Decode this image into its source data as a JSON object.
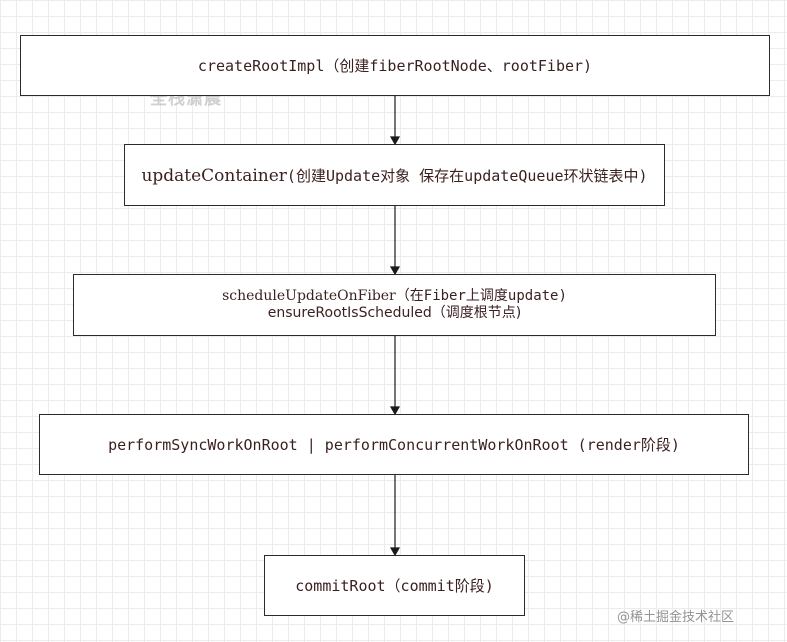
{
  "nodes": {
    "create_root": {
      "fn": "createRootImpl",
      "desc": "（创建fiberRootNode、rootFiber)"
    },
    "update_container": {
      "fn": "updateContainer",
      "desc": "(创建Update对象 保存在updateQueue环状链表中)"
    },
    "schedule": {
      "line1_fn": "scheduleUpdateOnFiber",
      "line1_desc": "（在Fiber上调度update)",
      "line2_fn": "ensureRootIsScheduled",
      "line2_desc": "（调度根节点)"
    },
    "perform": {
      "fn": "performSyncWorkOnRoot | performConcurrentWorkOnRoot",
      "desc": " (render阶段)"
    },
    "commit": {
      "fn": "commitRoot",
      "desc": "（commit阶段)"
    }
  },
  "watermarks": {
    "top": "全栈潇晨",
    "bottom": "@稀土掘金技术社区"
  }
}
